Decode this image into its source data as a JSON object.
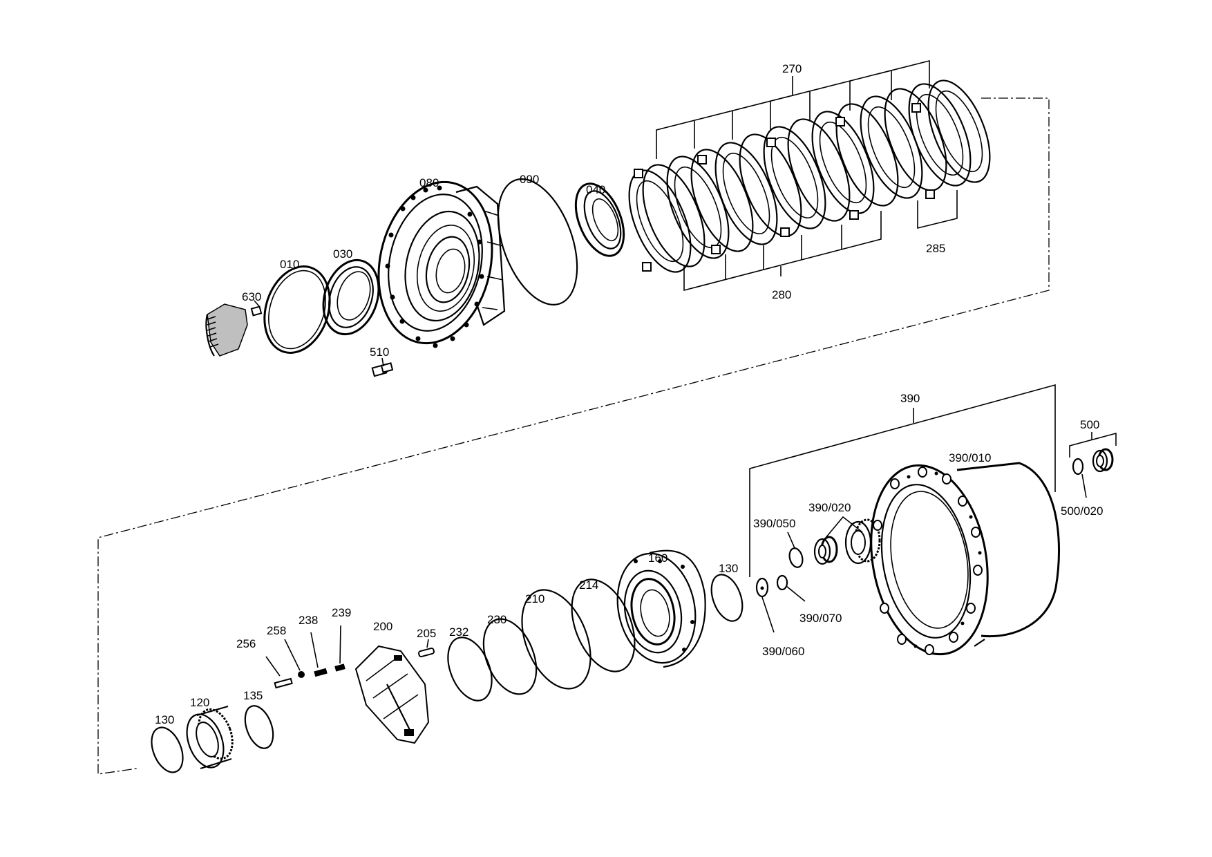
{
  "diagram": {
    "type": "exploded parts view",
    "callouts": [
      {
        "id": "270",
        "text": "270"
      },
      {
        "id": "080",
        "text": "080"
      },
      {
        "id": "090",
        "text": "090"
      },
      {
        "id": "040",
        "text": "040"
      },
      {
        "id": "010",
        "text": "010"
      },
      {
        "id": "030",
        "text": "030"
      },
      {
        "id": "630",
        "text": "630"
      },
      {
        "id": "510",
        "text": "510"
      },
      {
        "id": "285",
        "text": "285"
      },
      {
        "id": "280",
        "text": "280"
      },
      {
        "id": "390",
        "text": "390"
      },
      {
        "id": "500",
        "text": "500"
      },
      {
        "id": "390_010",
        "text": "390/010"
      },
      {
        "id": "500_020",
        "text": "500/020"
      },
      {
        "id": "390_020",
        "text": "390/020"
      },
      {
        "id": "390_050",
        "text": "390/050"
      },
      {
        "id": "160",
        "text": "160"
      },
      {
        "id": "130_right",
        "text": "130"
      },
      {
        "id": "214",
        "text": "214"
      },
      {
        "id": "210",
        "text": "210"
      },
      {
        "id": "230",
        "text": "230"
      },
      {
        "id": "232",
        "text": "232"
      },
      {
        "id": "205",
        "text": "205"
      },
      {
        "id": "200",
        "text": "200"
      },
      {
        "id": "239",
        "text": "239"
      },
      {
        "id": "238",
        "text": "238"
      },
      {
        "id": "258",
        "text": "258"
      },
      {
        "id": "256",
        "text": "256"
      },
      {
        "id": "135",
        "text": "135"
      },
      {
        "id": "120",
        "text": "120"
      },
      {
        "id": "130_left",
        "text": "130"
      },
      {
        "id": "390_060",
        "text": "390/060"
      },
      {
        "id": "390_070",
        "text": "390/070"
      }
    ]
  }
}
